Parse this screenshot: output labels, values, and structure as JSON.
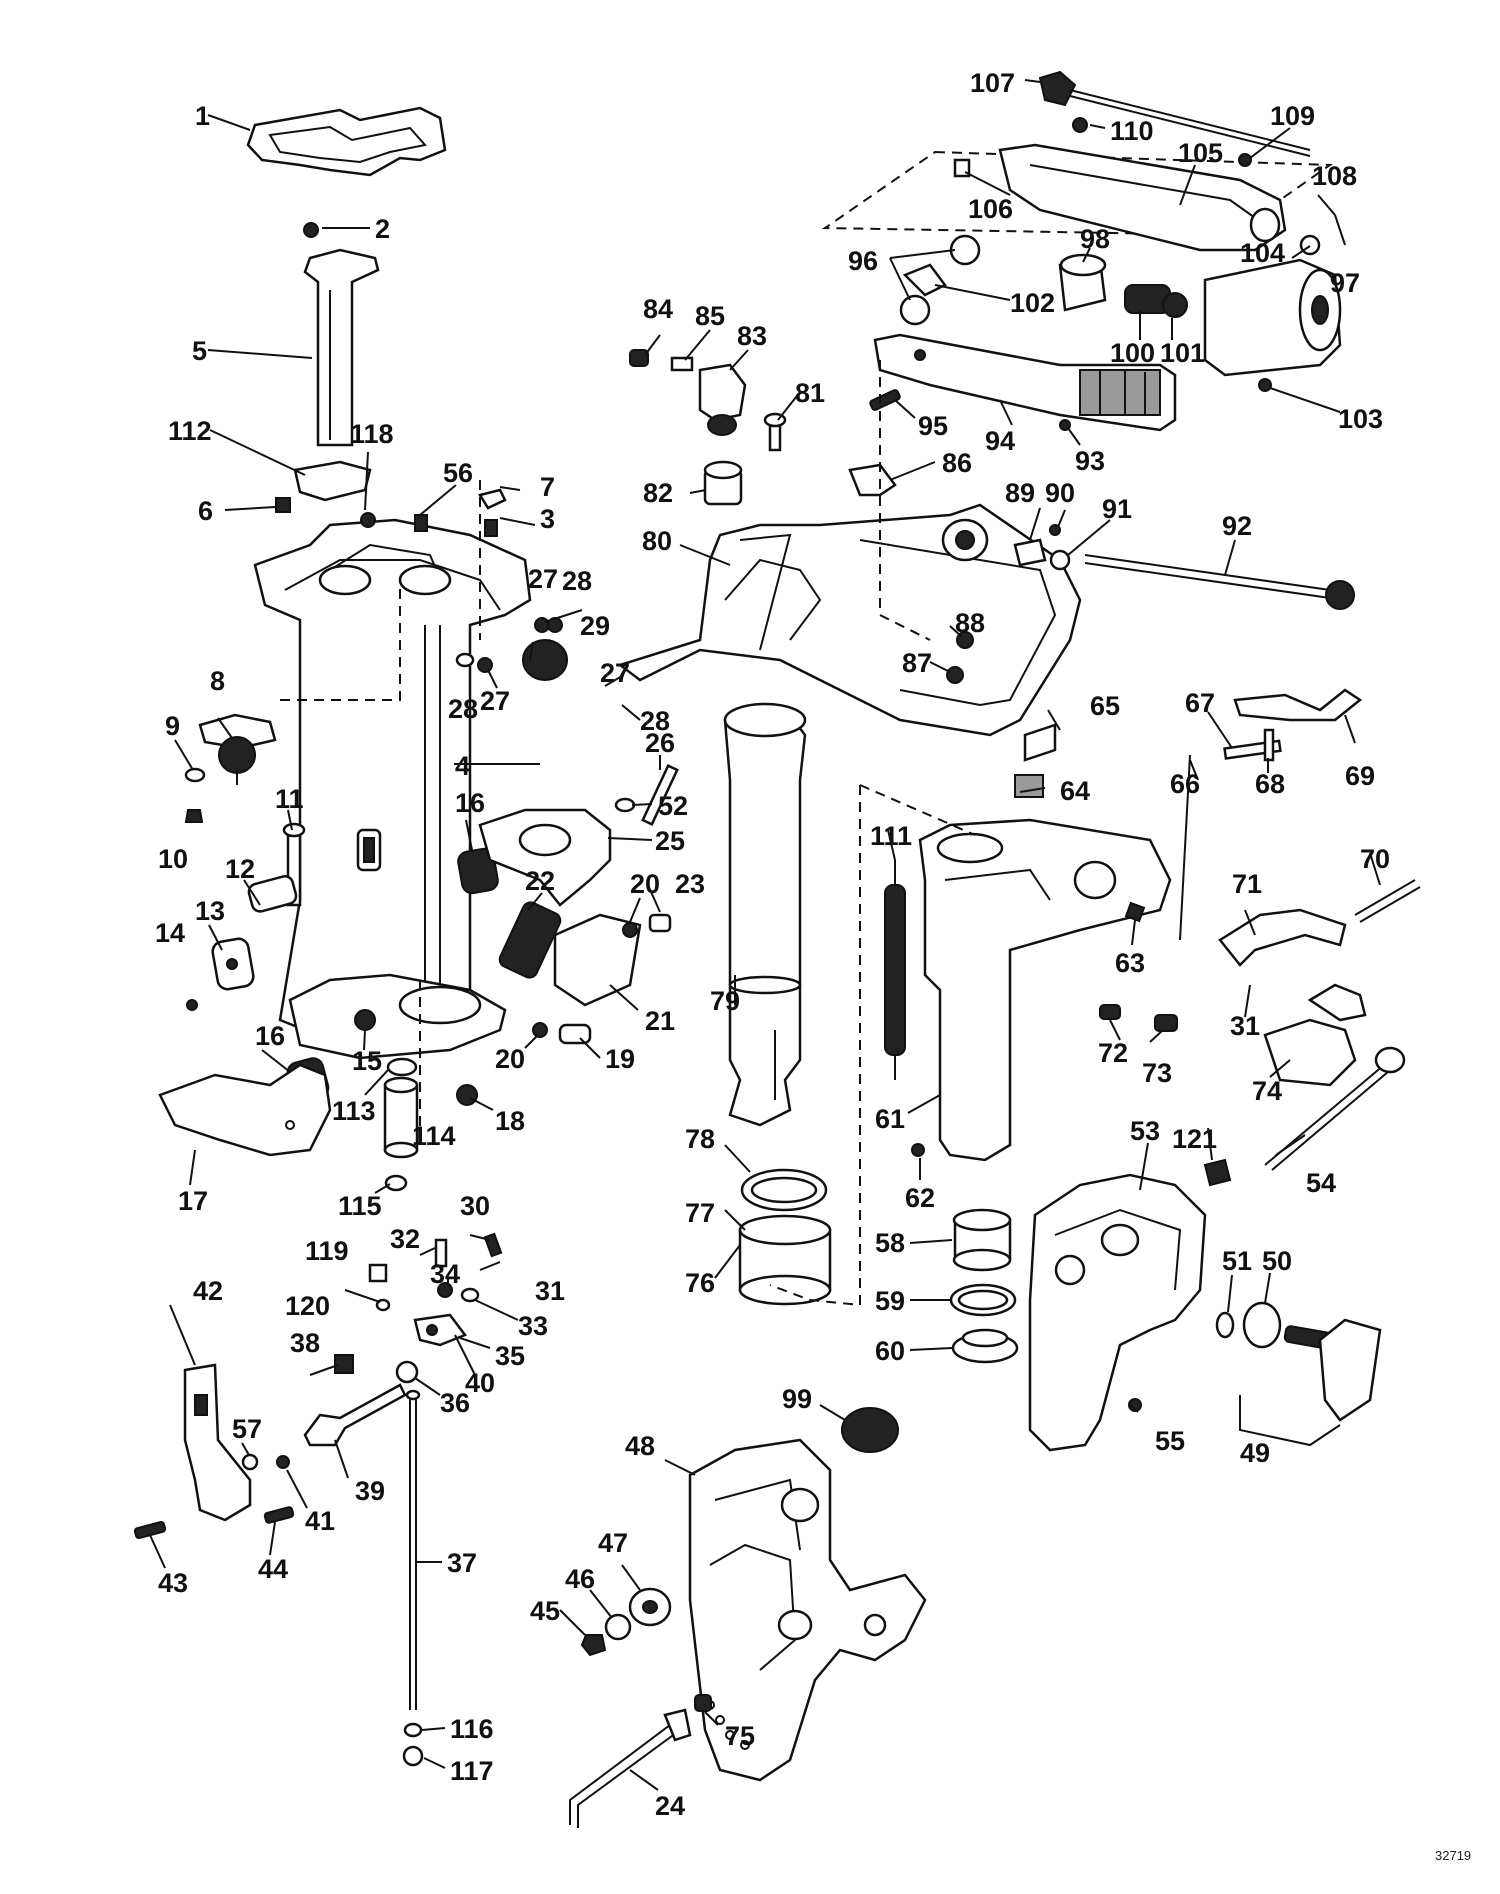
{
  "figure_number": "32719",
  "callouts": [
    "1",
    "2",
    "3",
    "4",
    "5",
    "6",
    "7",
    "8",
    "9",
    "10",
    "11",
    "12",
    "13",
    "14",
    "15",
    "16",
    "16",
    "17",
    "18",
    "19",
    "20",
    "20",
    "21",
    "22",
    "23",
    "24",
    "25",
    "26",
    "27",
    "27",
    "27",
    "28",
    "28",
    "28",
    "29",
    "30",
    "31",
    "31",
    "32",
    "33",
    "34",
    "35",
    "36",
    "37",
    "38",
    "39",
    "40",
    "41",
    "42",
    "43",
    "44",
    "45",
    "46",
    "47",
    "48",
    "49",
    "50",
    "51",
    "52",
    "53",
    "54",
    "55",
    "56",
    "57",
    "58",
    "59",
    "60",
    "61",
    "62",
    "63",
    "64",
    "65",
    "66",
    "67",
    "68",
    "69",
    "70",
    "71",
    "72",
    "73",
    "74",
    "75",
    "76",
    "77",
    "78",
    "79",
    "80",
    "81",
    "82",
    "83",
    "84",
    "85",
    "86",
    "87",
    "88",
    "89",
    "90",
    "91",
    "92",
    "93",
    "94",
    "95",
    "96",
    "97",
    "98",
    "99",
    "100",
    "101",
    "102",
    "103",
    "104",
    "105",
    "106",
    "107",
    "108",
    "109",
    "110",
    "111",
    "112",
    "113",
    "114",
    "115",
    "116",
    "117",
    "118",
    "119",
    "120",
    "121"
  ]
}
